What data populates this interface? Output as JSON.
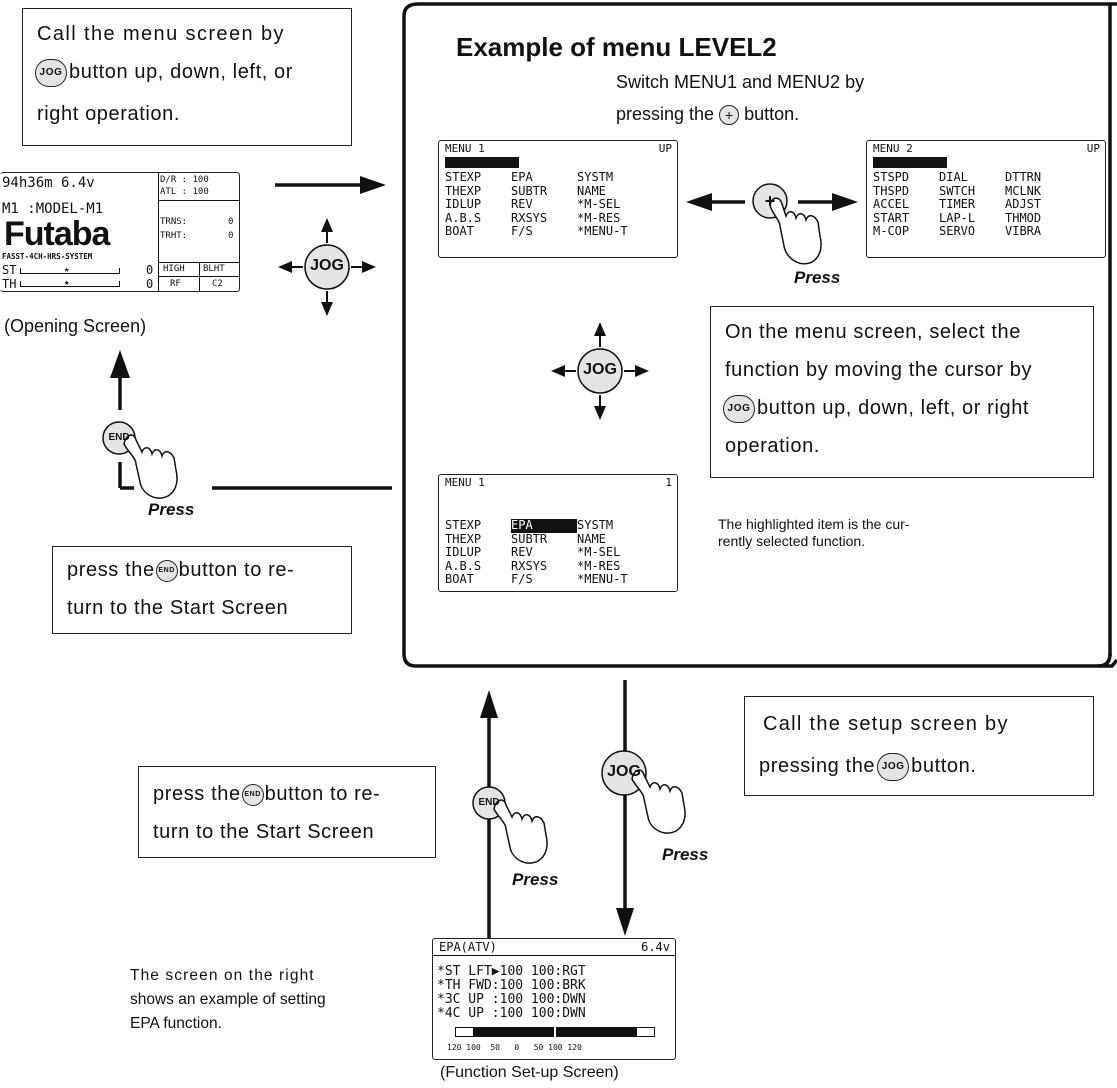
{
  "top_left_box": {
    "line1": "Call the menu screen by",
    "jog": "JOG",
    "line2": "button up, down, left, or",
    "line3": "right operation."
  },
  "opening_screen": {
    "line1": "94h36m 6.4v",
    "model": "M1 :MODEL-M1",
    "logo": "Futaba",
    "system": "FASST-4CH-HRS-SYSTEM",
    "st_label": "ST",
    "th_label": "TH",
    "st_value": "0",
    "th_value": "0",
    "dr": "D/R : 100",
    "atl": "ATL : 100",
    "trns": "TRNS:",
    "trns_v": "0",
    "trht": "TRHT:",
    "trht_v": "0",
    "high": "HIGH",
    "blht": "BLHT",
    "rf": "RF",
    "c2": "C2",
    "caption": "(Opening Screen)"
  },
  "end_label": "END",
  "jog_label": "JOG",
  "press_label": "Press",
  "left_return_box": {
    "pre": "press the",
    "post": "button to re-",
    "line2": "turn to the Start Screen"
  },
  "main_panel": {
    "title": "Example of menu LEVEL2",
    "switch_line1": "Switch MENU1 and MENU2 by",
    "switch_pre": "pressing the",
    "switch_post": "button.",
    "plus": "+"
  },
  "menu1": {
    "header": "MENU 1",
    "header_right": "UP",
    "rows": [
      [
        "STEXP",
        "EPA",
        "SYSTM"
      ],
      [
        "THEXP",
        "SUBTR",
        "NAME"
      ],
      [
        "IDLUP",
        "REV",
        "*M-SEL"
      ],
      [
        "A.B.S",
        "RXSYS",
        "*M-RES"
      ],
      [
        "BOAT",
        "F/S",
        "*MENU-T"
      ]
    ]
  },
  "menu2": {
    "header": "MENU 2",
    "header_right": "UP",
    "rows": [
      [
        "STSPD",
        "DIAL",
        "DTTRN"
      ],
      [
        "THSPD",
        "SWTCH",
        "MCLNK"
      ],
      [
        "ACCEL",
        "TIMER",
        "ADJST"
      ],
      [
        "START",
        "LAP-L",
        "THMOD"
      ],
      [
        "M-COP",
        "SERVO",
        "VIBRA"
      ]
    ]
  },
  "menu1_sel": {
    "header": "MENU 1",
    "header_right": "1",
    "rows": [
      [
        "STEXP",
        "EPA",
        "SYSTM"
      ],
      [
        "THEXP",
        "SUBTR",
        "NAME"
      ],
      [
        "IDLUP",
        "REV",
        "*M-SEL"
      ],
      [
        "A.B.S",
        "RXSYS",
        "*M-RES"
      ],
      [
        "BOAT",
        "F/S",
        "*MENU-T"
      ]
    ]
  },
  "cursor_box": {
    "line1": "On the menu screen, select the",
    "line2": "function by moving the cursor by",
    "line3": "button up, down, left, or right",
    "line4": "operation."
  },
  "highlight_note": {
    "line1": "The highlighted item is the cur-",
    "line2": "rently selected function."
  },
  "setup_box": {
    "line1": "Call the setup screen by",
    "pre": "pressing the",
    "post": "button."
  },
  "bottom_return_box": {
    "pre": "press the",
    "post": "button to re-",
    "line2": "turn to the Start Screen"
  },
  "epa_note": {
    "line1": "The screen on the right",
    "line2": "shows an example of setting",
    "line3": "EPA function."
  },
  "epa_screen": {
    "header": "EPA(ATV)",
    "header_right": "6.4v",
    "rows": [
      "*ST LFT▶100 100:RGT",
      "*TH FWD:100 100:BRK",
      "*3C UP :100 100:DWN",
      "*4C UP :100 100:DWN"
    ],
    "scale": "120 100  50   0   50 100 120",
    "caption": "(Function Set-up Screen)"
  }
}
